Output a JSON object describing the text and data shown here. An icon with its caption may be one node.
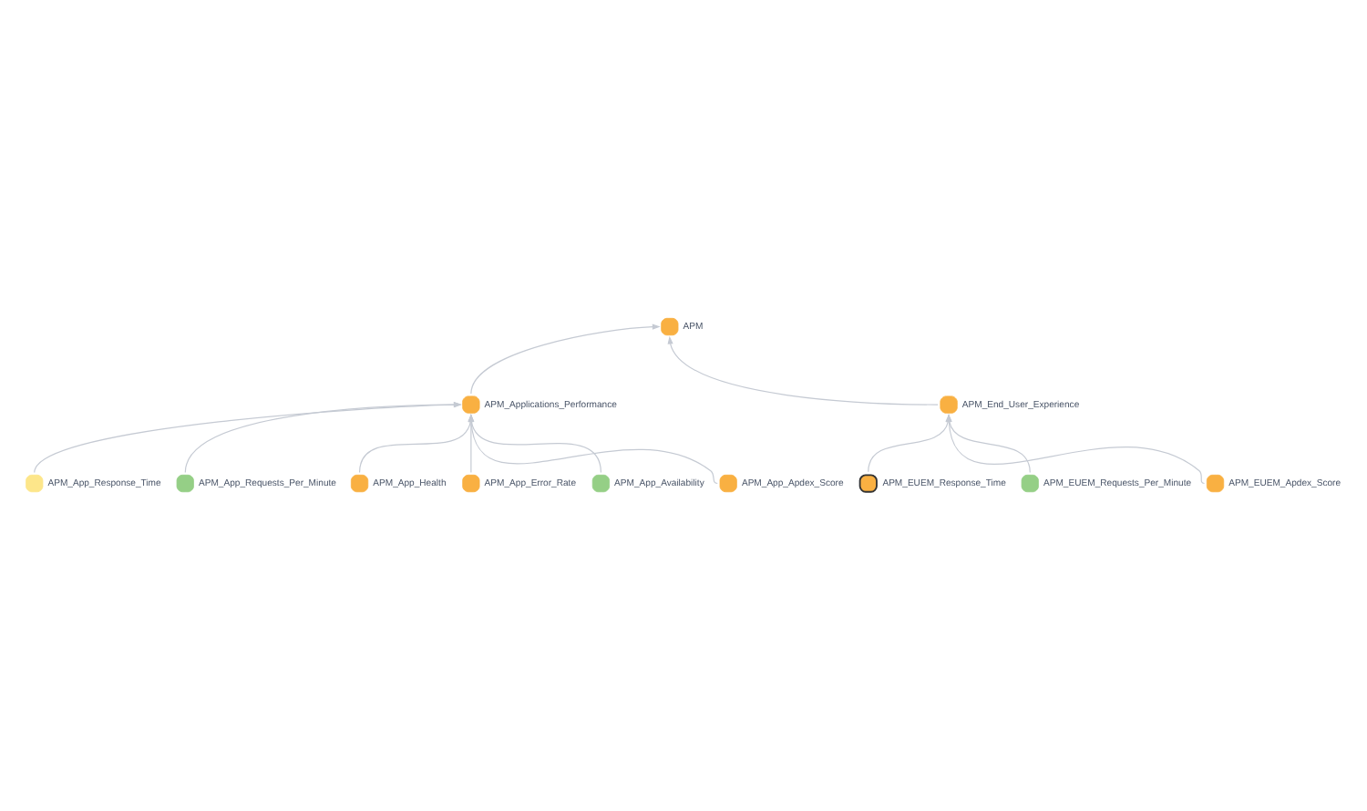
{
  "diagram": {
    "nodes": [
      {
        "text": [
          "APM"
        ]
      },
      {
        "text": [
          "APM_Applications_Performance"
        ]
      },
      {
        "text": [
          "APM_End_User_Experience"
        ]
      },
      {
        "text": [
          "APM_App_Response_Time"
        ]
      },
      {
        "text": [
          "APM_App_Requests_Per_Minute"
        ]
      },
      {
        "text": [
          "APM_App_Health"
        ]
      },
      {
        "text": [
          "APM_App_Error_Rate"
        ]
      },
      {
        "text": [
          "APM_App_Availability"
        ]
      },
      {
        "text": [
          "APM_App_Apdex_Score"
        ]
      },
      {
        "text": [
          "APM_EUEM_Response_Time"
        ]
      },
      {
        "text": [
          "APM_EUEM_Requests_Per_Minute"
        ]
      },
      {
        "text": [
          "APM_EUEM_Apdex_Score"
        ]
      }
    ],
    "edges": [
      {
        "from": 1,
        "to": 0,
        "arrow": "to"
      },
      {
        "from": 2,
        "to": 0,
        "arrow": "to"
      },
      {
        "from": 3,
        "to": 1,
        "arrow": "to"
      },
      {
        "from": 4,
        "to": 1,
        "arrow": "to"
      },
      {
        "from": 5,
        "to": 1,
        "arrow": "to"
      },
      {
        "from": 6,
        "to": 1,
        "arrow": "to"
      },
      {
        "from": 7,
        "to": 1,
        "arrow": "to"
      },
      {
        "from": 8,
        "to": 1,
        "arrow": "to"
      },
      {
        "from": 9,
        "to": 2,
        "arrow": "to"
      },
      {
        "from": 10,
        "to": 2,
        "arrow": "to"
      },
      {
        "from": 11,
        "to": 2,
        "arrow": "to"
      }
    ]
  }
}
